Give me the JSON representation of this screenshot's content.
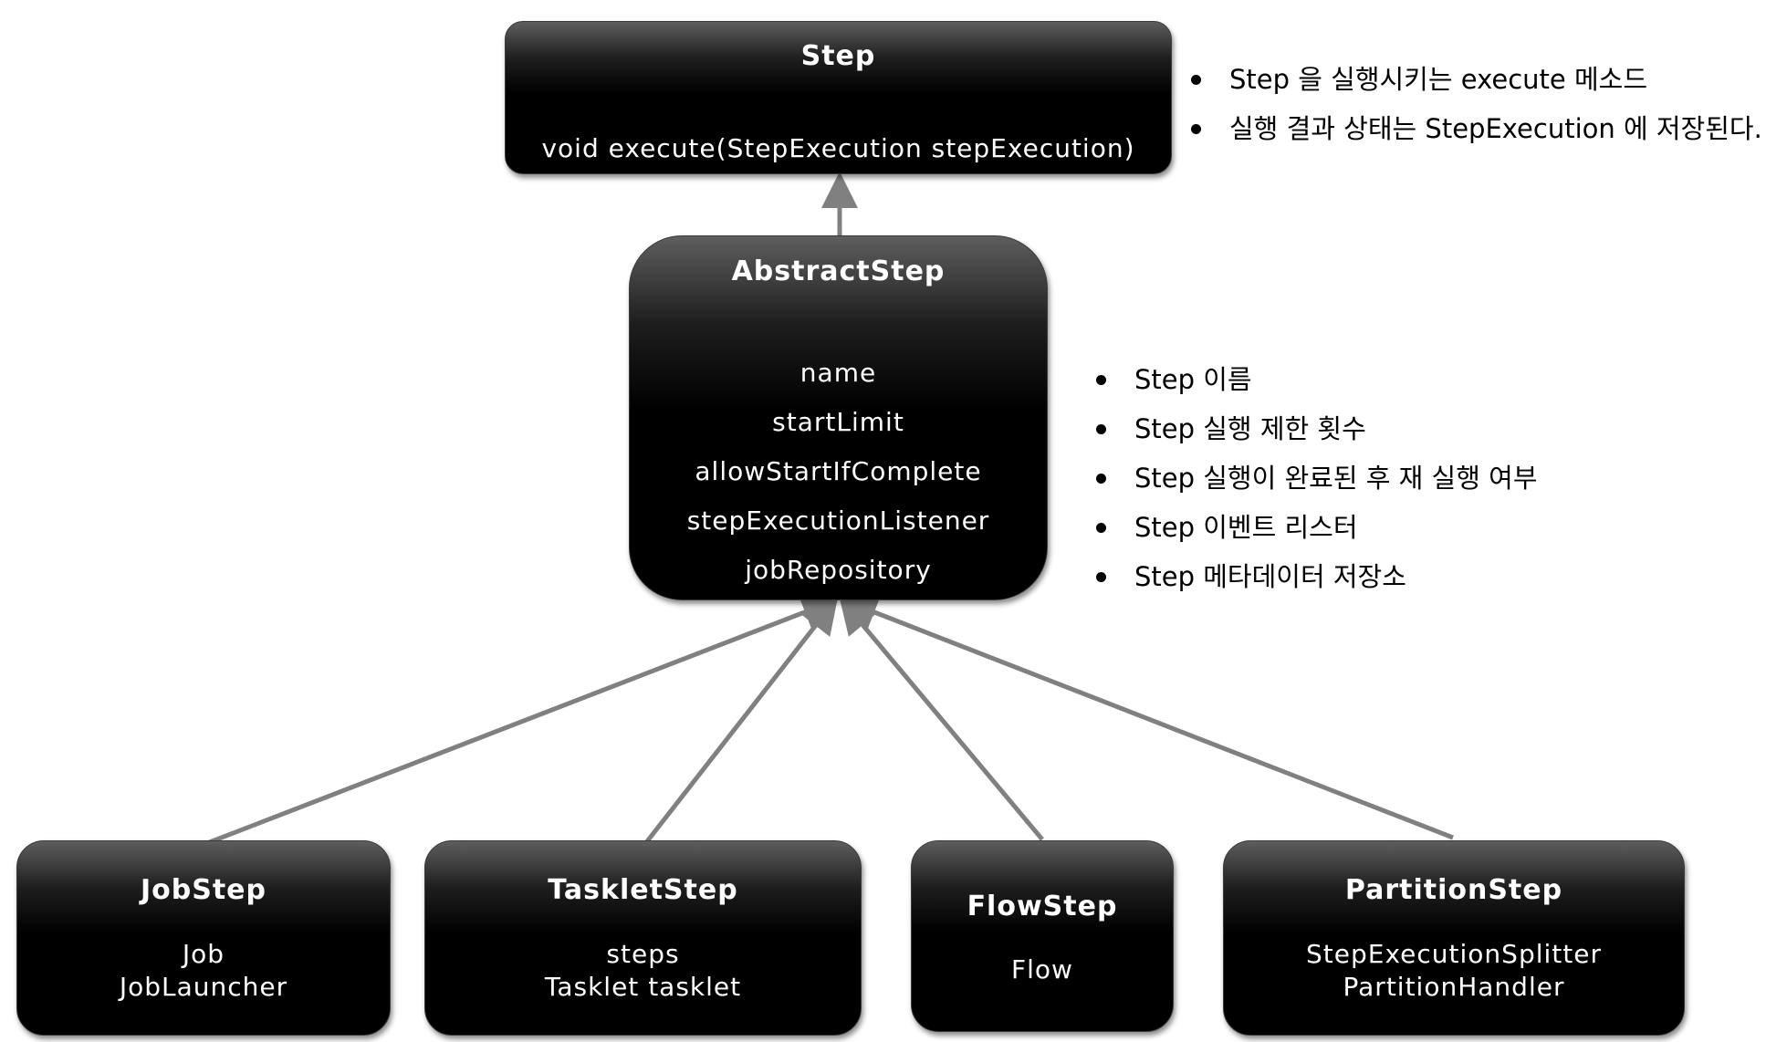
{
  "colors": {
    "box_background": "#000000",
    "box_text": "#ffffff",
    "arrow": "#808080",
    "note_text": "#000000"
  },
  "boxes": {
    "step": {
      "title": "Step",
      "lines": [
        "void execute(StepExecution stepExecution)"
      ]
    },
    "abstract_step": {
      "title": "AbstractStep",
      "lines": [
        "name",
        "startLimit",
        "allowStartIfComplete",
        "stepExecutionListener",
        "jobRepository"
      ]
    },
    "job_step": {
      "title": "JobStep",
      "lines": [
        "Job",
        "JobLauncher"
      ]
    },
    "tasklet_step": {
      "title": "TaskletStep",
      "lines": [
        "steps",
        "Tasklet tasklet"
      ]
    },
    "flow_step": {
      "title": "FlowStep",
      "lines": [
        "Flow"
      ]
    },
    "partition_step": {
      "title": "PartitionStep",
      "lines": [
        "StepExecutionSplitter",
        "PartitionHandler"
      ]
    }
  },
  "notes": {
    "step": [
      "Step 을 실행시키는 execute 메소드",
      "실행 결과 상태는 StepExecution 에 저장된다."
    ],
    "abstract_step": [
      "Step 이름",
      "Step 실행 제한 횟수",
      "Step 실행이 완료된 후 재 실행 여부",
      "Step 이벤트 리스터",
      "Step 메타데이터 저장소"
    ]
  }
}
